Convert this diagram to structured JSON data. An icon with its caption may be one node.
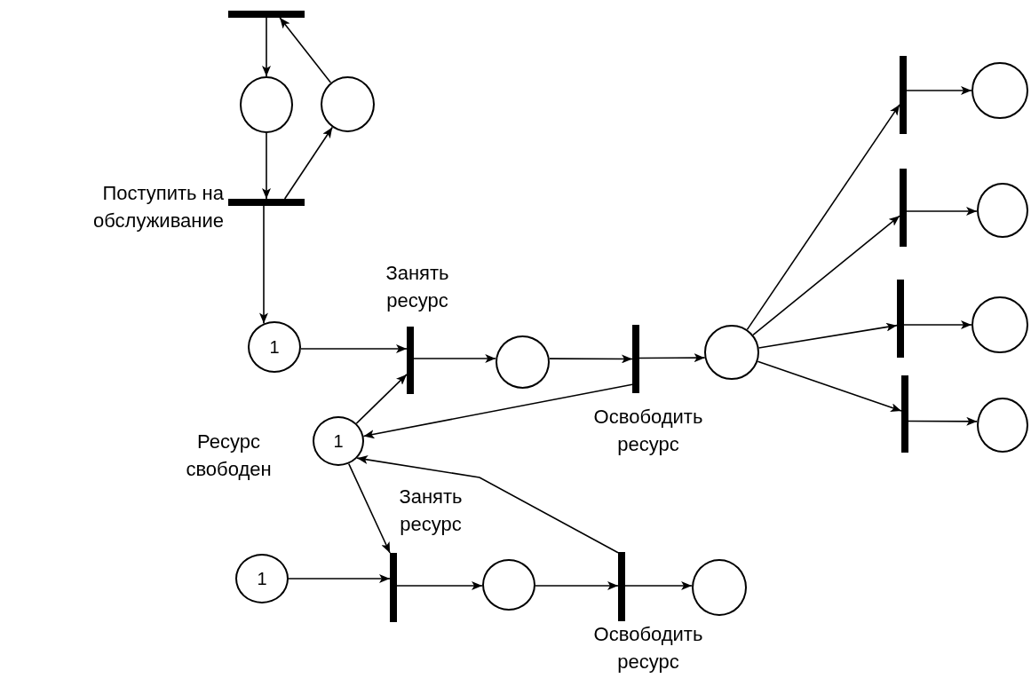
{
  "diagram": {
    "nodes": [
      {
        "text": [],
        "shape": "bar"
      },
      {
        "text": [],
        "shape": "circle"
      },
      {
        "text": [],
        "shape": "circle"
      },
      {
        "text": [],
        "shape": "bar",
        "beside": [
          "Поступить на обслуживание"
        ]
      },
      {
        "text": [
          "1"
        ]
      },
      {
        "text": [],
        "shape": "bar",
        "beside": [
          "Занять ресурс"
        ]
      },
      {
        "text": [],
        "shape": "circle"
      },
      {
        "text": [],
        "shape": "bar",
        "beside": [
          "Освободить ресурс"
        ]
      },
      {
        "text": [],
        "shape": "circle"
      },
      {
        "text": [],
        "shape": "bar"
      },
      {
        "text": [],
        "shape": "circle"
      },
      {
        "text": [],
        "shape": "bar"
      },
      {
        "text": [],
        "shape": "circle"
      },
      {
        "text": [],
        "shape": "bar"
      },
      {
        "text": [],
        "shape": "circle"
      },
      {
        "text": [],
        "shape": "bar"
      },
      {
        "text": [],
        "shape": "circle"
      },
      {
        "text": [
          "1"
        ],
        "beside": [
          "Ресурс свободен"
        ]
      },
      {
        "text": [
          "1"
        ]
      },
      {
        "text": [],
        "shape": "bar",
        "beside": [
          "Занять ресурс"
        ]
      },
      {
        "text": [],
        "shape": "circle"
      },
      {
        "text": [],
        "shape": "bar",
        "beside": [
          "Освободить ресурс"
        ]
      },
      {
        "text": [],
        "shape": "circle"
      }
    ],
    "edges": [
      {
        "from": 0,
        "to": 1,
        "arrow": "to"
      },
      {
        "from": 1,
        "to": 3,
        "arrow": "to"
      },
      {
        "from": 3,
        "to": 2,
        "arrow": "to"
      },
      {
        "from": 2,
        "to": 0,
        "arrow": "to"
      },
      {
        "from": 3,
        "to": 4,
        "arrow": "to"
      },
      {
        "from": 4,
        "to": 5,
        "arrow": "to"
      },
      {
        "from": 5,
        "to": 6,
        "arrow": "to"
      },
      {
        "from": 6,
        "to": 7,
        "arrow": "to"
      },
      {
        "from": 7,
        "to": 8,
        "arrow": "to"
      },
      {
        "from": 8,
        "to": 9,
        "arrow": "to"
      },
      {
        "from": 8,
        "to": 11,
        "arrow": "to"
      },
      {
        "from": 8,
        "to": 13,
        "arrow": "to"
      },
      {
        "from": 8,
        "to": 15,
        "arrow": "to"
      },
      {
        "from": 9,
        "to": 10,
        "arrow": "to"
      },
      {
        "from": 11,
        "to": 12,
        "arrow": "to"
      },
      {
        "from": 13,
        "to": 14,
        "arrow": "to"
      },
      {
        "from": 15,
        "to": 16,
        "arrow": "to"
      },
      {
        "from": 17,
        "to": 5,
        "arrow": "to"
      },
      {
        "from": 7,
        "to": 17,
        "arrow": "to"
      },
      {
        "from": 17,
        "to": 19,
        "arrow": "to"
      },
      {
        "from": 18,
        "to": 19,
        "arrow": "to"
      },
      {
        "from": 19,
        "to": 20,
        "arrow": "to"
      },
      {
        "from": 20,
        "to": 21,
        "arrow": "to"
      },
      {
        "from": 21,
        "to": 22,
        "arrow": "to"
      },
      {
        "from": 21,
        "to": 17,
        "arrow": "to"
      }
    ]
  }
}
